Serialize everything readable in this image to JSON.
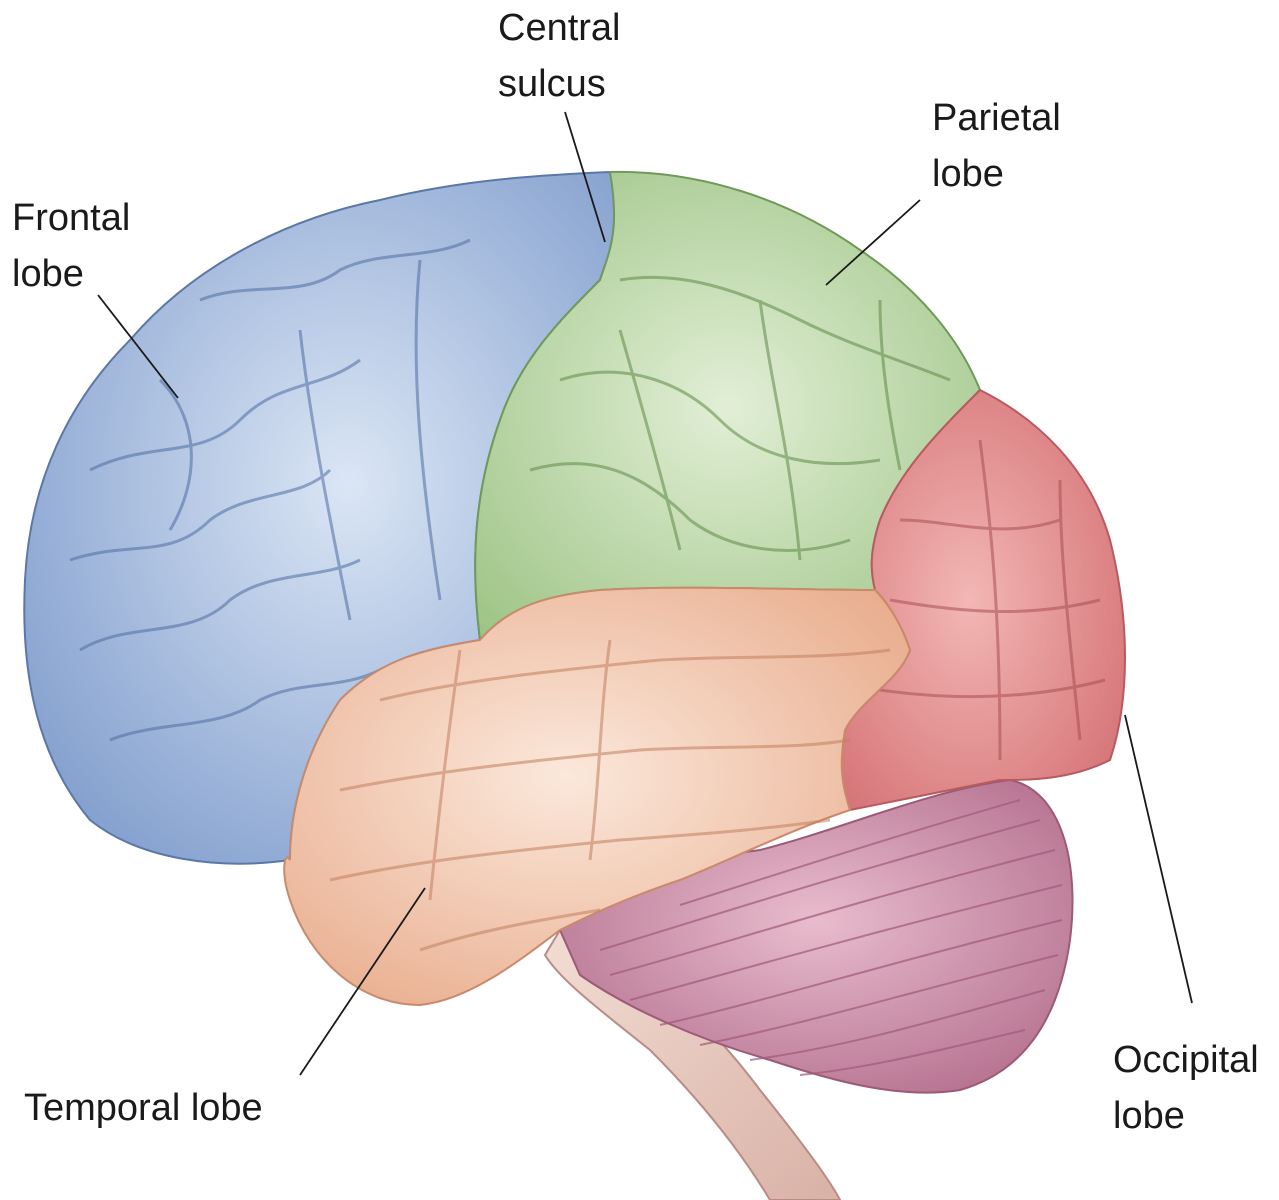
{
  "labels": {
    "central_sulcus": {
      "line1": "Central",
      "line2": "sulcus"
    },
    "parietal_lobe": {
      "line1": "Parietal",
      "line2": "lobe"
    },
    "frontal_lobe": {
      "line1": "Frontal",
      "line2": "lobe"
    },
    "occipital_lobe": {
      "line1": "Occipital",
      "line2": "lobe"
    },
    "temporal_lobe": {
      "line1": "Temporal lobe"
    }
  },
  "colors": {
    "frontal": "#9cb6dc",
    "parietal": "#bcd9a6",
    "occipital": "#df8a8a",
    "temporal": "#f3c9ae",
    "cerebellum": "#c98aa4",
    "brainstem": "#e8c9c0"
  }
}
